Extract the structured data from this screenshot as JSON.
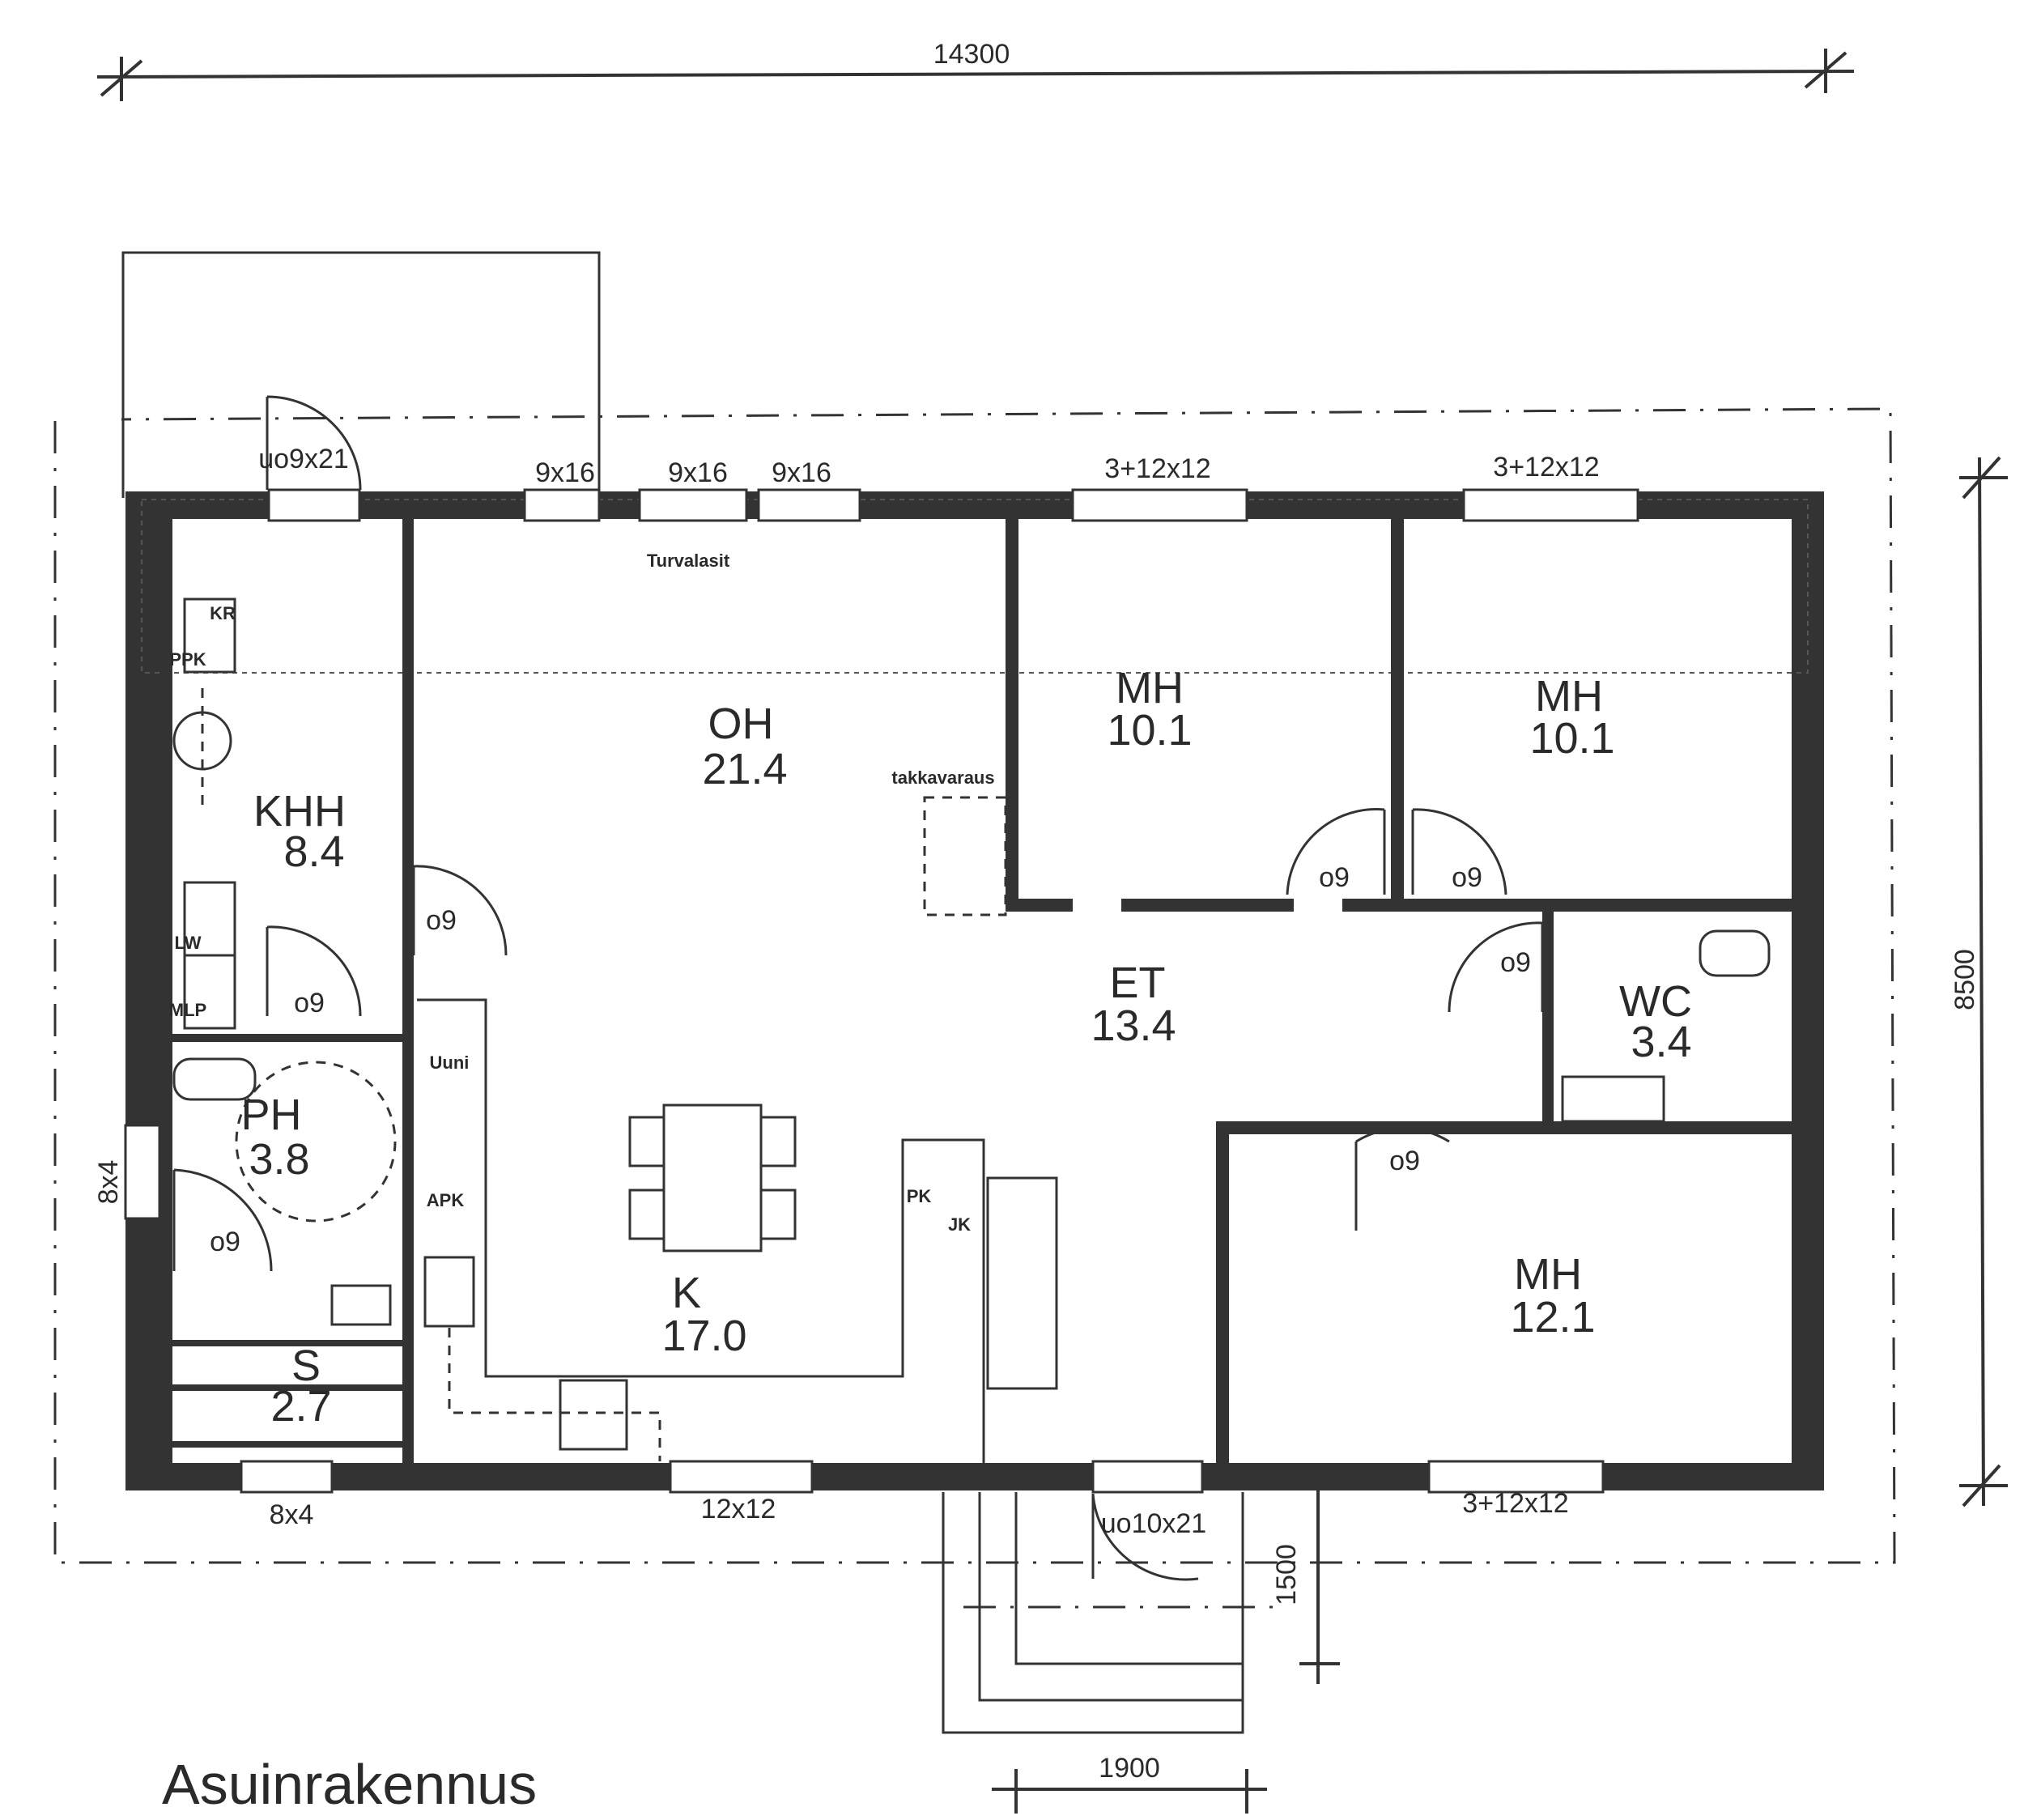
{
  "dimensions": {
    "overall_width": "14300",
    "overall_depth": "8500",
    "entry_width": "1900",
    "entry_depth": "1500"
  },
  "rooms": {
    "khh": {
      "name": "KHH",
      "area": "8.4"
    },
    "oh": {
      "name": "OH",
      "area": "21.4"
    },
    "mh1": {
      "name": "MH",
      "area": "10.1"
    },
    "mh2": {
      "name": "MH",
      "area": "10.1"
    },
    "et": {
      "name": "ET",
      "area": "13.4"
    },
    "wc": {
      "name": "WC",
      "area": "3.4"
    },
    "ph": {
      "name": "PH",
      "area": "3.8"
    },
    "k": {
      "name": "K",
      "area": "17.0"
    },
    "mh3": {
      "name": "MH",
      "area": "12.1"
    },
    "s": {
      "name": "S",
      "area": "2.7"
    }
  },
  "doors": {
    "main_north": "uo9x21",
    "main_south": "uo10x21",
    "khh_oh": "o9",
    "khh_ph": "o9",
    "ph": "o9",
    "mh1": "o9",
    "mh2": "o9",
    "wc": "o9",
    "mh3": "o9"
  },
  "windows": {
    "n1": "9x16",
    "n2": "9x16",
    "n3": "9x16",
    "n4": "3+12x12",
    "n5": "3+12x12",
    "west": "8x4",
    "s1": "8x4",
    "s2": "12x12",
    "s3": "3+12x12"
  },
  "fixtures": {
    "kr": "KR",
    "ppk": "PPK",
    "lw": "LW",
    "mlp": "MLP",
    "uuni": "Uuni",
    "apk": "APK",
    "pk": "PK",
    "jk": "JK"
  },
  "notes": {
    "turvalasit": "Turvalasit",
    "takkavaraus": "takkavaraus"
  },
  "title": "Asuinrakennus"
}
